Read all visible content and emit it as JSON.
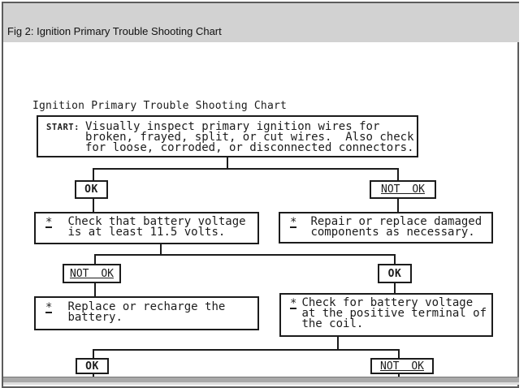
{
  "window": {
    "title": "Fig 2: Ignition Primary Trouble Shooting Chart"
  },
  "colors": {
    "titlebar_bg": "#d2d2d2",
    "frame_border": "#5c5c5c",
    "ink": "#1c1c1c",
    "bottom_band": "#a9a9a9"
  },
  "chart": {
    "title": "Ignition Primary Trouble Shooting Chart",
    "bullet": "*",
    "labels": {
      "ok": "OK",
      "not_ok": "NOT OK"
    },
    "start": {
      "label": "START:",
      "line1": "Visually inspect primary ignition wires for",
      "line2": "broken, frayed, split, or cut wires.  Also check",
      "line3": "for loose, corroded, or disconnected connectors."
    },
    "boxes": {
      "battery_check": {
        "line1": "Check that battery voltage",
        "line2": "is at least 11.5 volts."
      },
      "repair": {
        "line1": "Repair or replace damaged",
        "line2": "components as necessary."
      },
      "recharge": {
        "line1": "Replace or recharge the",
        "line2": "battery."
      },
      "coil_check": {
        "line1": "Check for battery voltage",
        "line2": "at the positive terminal of",
        "line3": "the coil."
      }
    }
  }
}
